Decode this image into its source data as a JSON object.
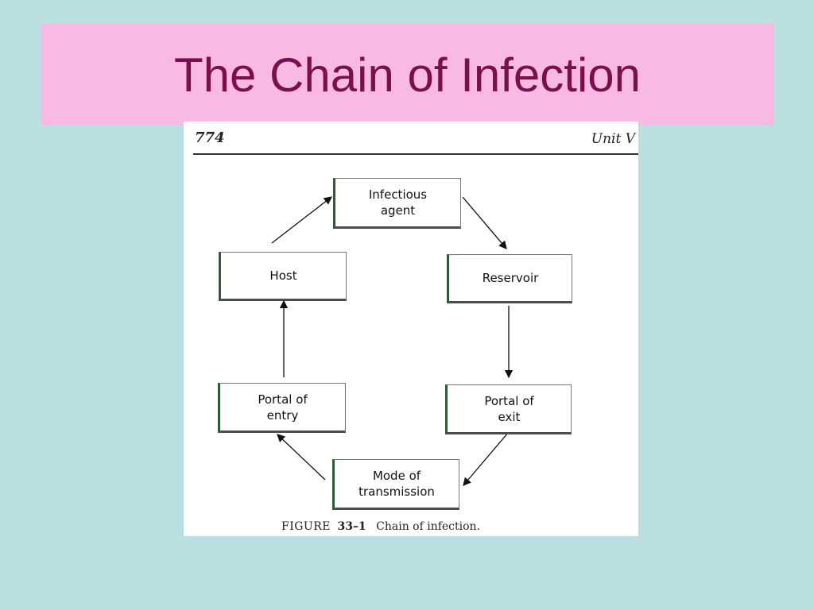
{
  "slide": {
    "title": "The Chain of Infection",
    "colors": {
      "background": "#b9dfe1",
      "title_bar": "#f8b9e3",
      "title_text": "#7a0f4e"
    }
  },
  "figure": {
    "page_number": "774",
    "unit_label": "Unit V",
    "caption_prefix": "FIGURE",
    "caption_number": "33–1",
    "caption_text": "Chain of infection.",
    "nodes": {
      "infectious_agent": "Infectious\nagent",
      "reservoir": "Reservoir",
      "portal_of_exit": "Portal of\nexit",
      "mode_of_transmission": "Mode of\ntransmission",
      "portal_of_entry": "Portal of\nentry",
      "host": "Host"
    }
  }
}
